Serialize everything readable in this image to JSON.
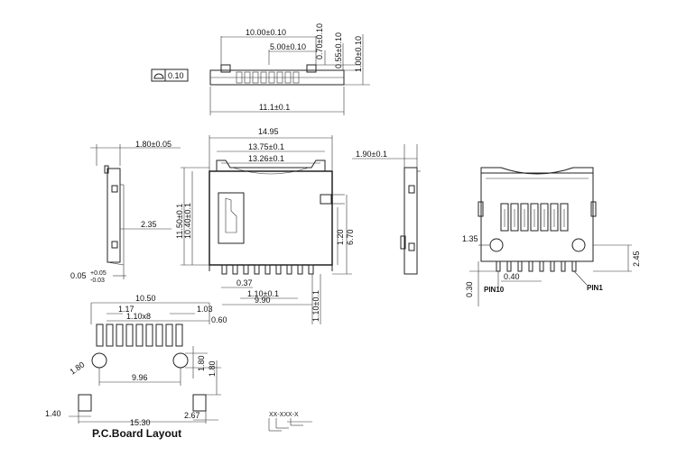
{
  "top_view": {
    "dims": [
      "10.00±0.10",
      "5.00±0.10",
      "0.70±0.10",
      "0.55±0.10",
      "1.00±0.10",
      "11.1±0.1"
    ],
    "flatness_value": "0.10"
  },
  "left_side": {
    "dims": [
      "1.80±0.05",
      "2.35",
      "0.05",
      "+0.05",
      "-0.03"
    ]
  },
  "front_view": {
    "dims": [
      "14.95",
      "13.75±0.1",
      "13.26±0.1",
      "11.50±0.1",
      "10.40±0.1",
      "1.20",
      "6.70",
      "0.37",
      "1.10±0.1",
      "9.90",
      "1.10±0.1"
    ]
  },
  "right_side": {
    "dims": [
      "1.90±0.1"
    ]
  },
  "bottom_view": {
    "dims": [
      "1.35",
      "0.40",
      "2.45",
      "0.30"
    ],
    "labels": [
      "PIN10",
      "PIN1"
    ]
  },
  "pcb_layout": {
    "title": "P.C.Board Layout",
    "dims": [
      "10.50",
      "1.17",
      "1.10x8",
      "1.03",
      "0.60",
      "1.80",
      "9.96",
      "1.80",
      "1.80",
      "1.40",
      "15.30",
      "2.67"
    ]
  },
  "part_code": {
    "text": "XX-XXX-X"
  }
}
